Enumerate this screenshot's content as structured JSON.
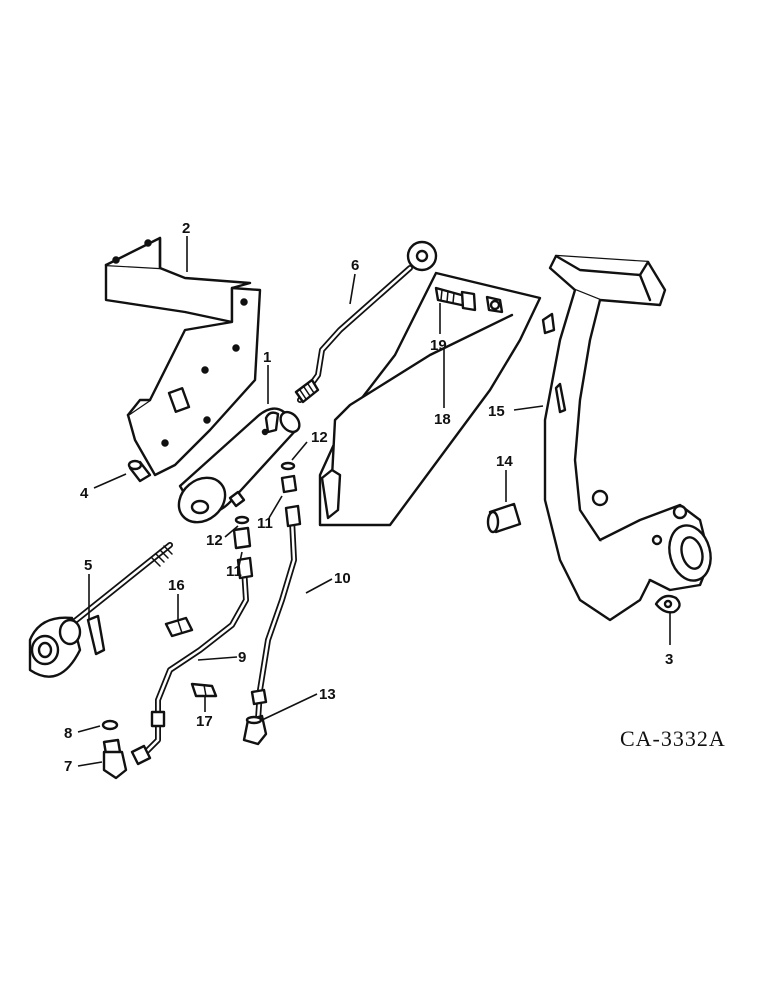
{
  "diagram_code": "CA-3332A",
  "callouts": {
    "c1": "1",
    "c2": "2",
    "c3": "3",
    "c4": "4",
    "c5": "5",
    "c6": "6",
    "c7": "7",
    "c8": "8",
    "c9": "9",
    "c10": "10",
    "c11a": "11",
    "c11b": "11",
    "c12a": "12",
    "c12b": "12",
    "c13": "13",
    "c14": "14",
    "c15": "15",
    "c16": "16",
    "c17": "17",
    "c18": "18",
    "c19": "19"
  }
}
